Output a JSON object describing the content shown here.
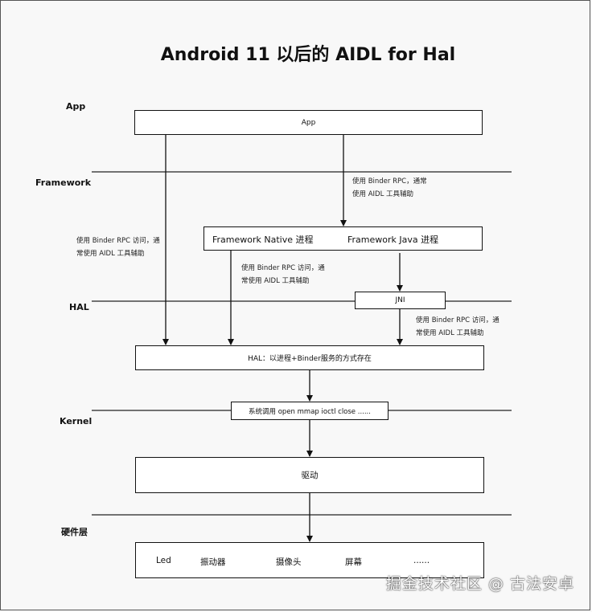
{
  "title": "Android 11 以后的 AIDL for Hal",
  "layers": {
    "app": "App",
    "framework": "Framework",
    "hal": "HAL",
    "kernel": "Kernel",
    "hardware": "硬件层"
  },
  "boxes": {
    "app": "App",
    "framework_native": "Framework Native 进程",
    "framework_java": "Framework Java 进程",
    "jni": "JNI",
    "hal": "HAL：以进程+Binder服务的方式存在",
    "syscall": "系统调用 open mmap ioctl close ......",
    "driver": "驱动"
  },
  "hardware_items": [
    "Led",
    "振动器",
    "摄像头",
    "屏幕",
    "......"
  ],
  "notes": {
    "app_to_framework": "使用 Binder RPC，通常\n使用 AIDL 工具辅助",
    "app_to_hal": "使用 Binder RPC 访问，通\n常使用 AIDL 工具辅助",
    "native_to_hal": "使用 Binder RPC 访问，通\n常使用 AIDL 工具辅助",
    "jni_to_hal": "使用 Binder RPC 访问，通\n常使用 AIDL 工具辅助"
  },
  "watermark": "掘金技术社区 @ 古法安卓"
}
